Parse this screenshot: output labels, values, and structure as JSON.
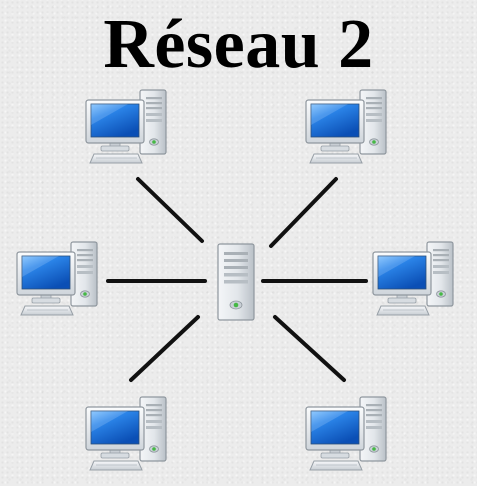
{
  "title": "Réseau 2",
  "colors": {
    "title": "#000000",
    "background": "#ececec",
    "link": "#111111",
    "screen": "#1a6fd6",
    "case": "#dde2e7"
  },
  "topology": "star",
  "hub": {
    "icon": "server-tower-icon"
  },
  "computers": [
    {
      "id": "top-left",
      "icon": "desktop-computer-icon"
    },
    {
      "id": "top-right",
      "icon": "desktop-computer-icon"
    },
    {
      "id": "middle-left",
      "icon": "desktop-computer-icon"
    },
    {
      "id": "middle-right",
      "icon": "desktop-computer-icon"
    },
    {
      "id": "bottom-left",
      "icon": "desktop-computer-icon"
    },
    {
      "id": "bottom-right",
      "icon": "desktop-computer-icon"
    }
  ]
}
